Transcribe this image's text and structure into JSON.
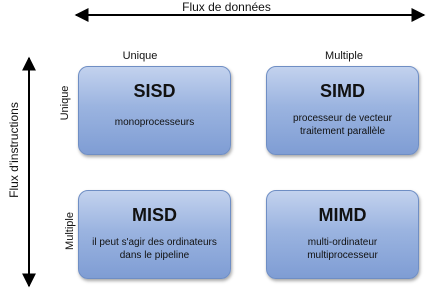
{
  "axes": {
    "horizontal_title": "Flux de données",
    "vertical_title": "Flux d'instructions"
  },
  "columns": {
    "left": "Unique",
    "right": "Multiple"
  },
  "rows": {
    "top": "Unique",
    "bottom": "Multiple"
  },
  "quadrants": {
    "sisd": {
      "title": "SISD",
      "lines": [
        "monoprocesseurs"
      ]
    },
    "simd": {
      "title": "SIMD",
      "lines": [
        "processeur de vecteur",
        "traitement parallèle"
      ]
    },
    "misd": {
      "title": "MISD",
      "lines": [
        "il peut s'agir des ordinateurs",
        "dans le pipeline"
      ]
    },
    "mimd": {
      "title": "MIMD",
      "lines": [
        "multi-ordinateur",
        "multiprocesseur"
      ]
    }
  },
  "colors": {
    "box_top": "#c3d2ee",
    "box_bottom": "#7f9dd4",
    "box_border": "#6f8ec4",
    "arrow": "#000000"
  }
}
